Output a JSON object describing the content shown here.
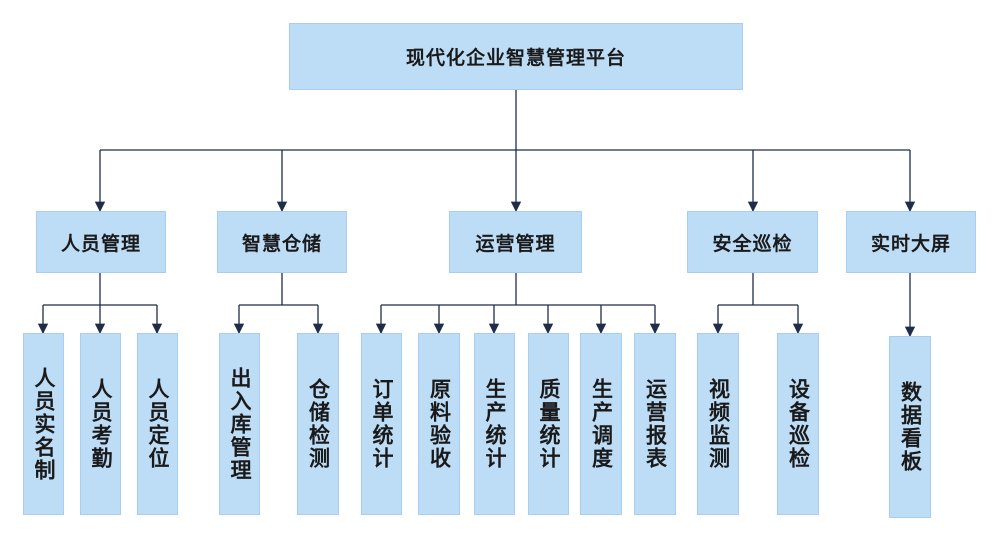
{
  "root": {
    "label": "现代化企业智慧管理平台"
  },
  "modules": [
    {
      "label": "人员管理",
      "children": [
        "人员实名制",
        "人员考勤",
        "人员定位"
      ]
    },
    {
      "label": "智慧仓储",
      "children": [
        "出入库管理",
        "仓储检测"
      ]
    },
    {
      "label": "运营管理",
      "children": [
        "订单统计",
        "原料验收",
        "生产统计",
        "质量统计",
        "生产调度",
        "运营报表"
      ]
    },
    {
      "label": "安全巡检",
      "children": [
        "视频监测",
        "设备巡检"
      ]
    },
    {
      "label": "实时大屏",
      "children": [
        "数据看板"
      ]
    }
  ],
  "colors": {
    "box_fill": "#bddcf6",
    "box_border": "#a8cdee",
    "connector": "#1f2d4a",
    "text": "#1a1a1a"
  }
}
